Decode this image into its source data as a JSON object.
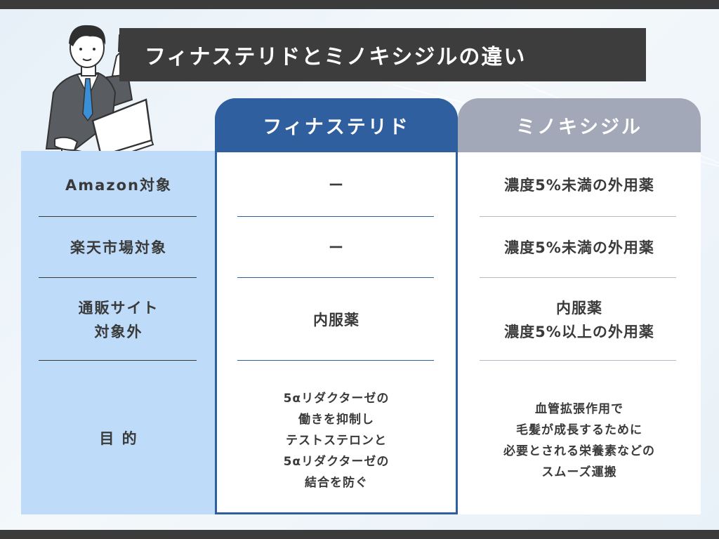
{
  "title": "フィナステリドとミノキシジルの違い",
  "columns": {
    "finasteride": "フィナステリド",
    "minoxidil": "ミノキシジル"
  },
  "rows": [
    {
      "label": "Amazon対象",
      "finasteride": "ー",
      "minoxidil": "濃度5%未満の外用薬"
    },
    {
      "label": "楽天市場対象",
      "finasteride": "ー",
      "minoxidil": "濃度5%未満の外用薬"
    },
    {
      "label": "通販サイト\n対象外",
      "finasteride": "内服薬",
      "minoxidil": "内服薬\n濃度5%以上の外用薬"
    },
    {
      "label": "目 的",
      "finasteride": "5αリダクターゼの\n働きを抑制し\nテストステロンと\n5αリダクターゼの\n結合を防ぐ",
      "minoxidil": "血管拡張作用で\n毛髪が成長するために\n必要とされる栄養素などの\nスムーズ運搬"
    }
  ],
  "colors": {
    "title_bg": "#3d3d3d",
    "finasteride_accent": "#2f5f9e",
    "minoxidil_accent": "#a2a8b7",
    "label_panel": "#bedcf9"
  },
  "illustration": "businessman-pointing-with-laptop-icon"
}
